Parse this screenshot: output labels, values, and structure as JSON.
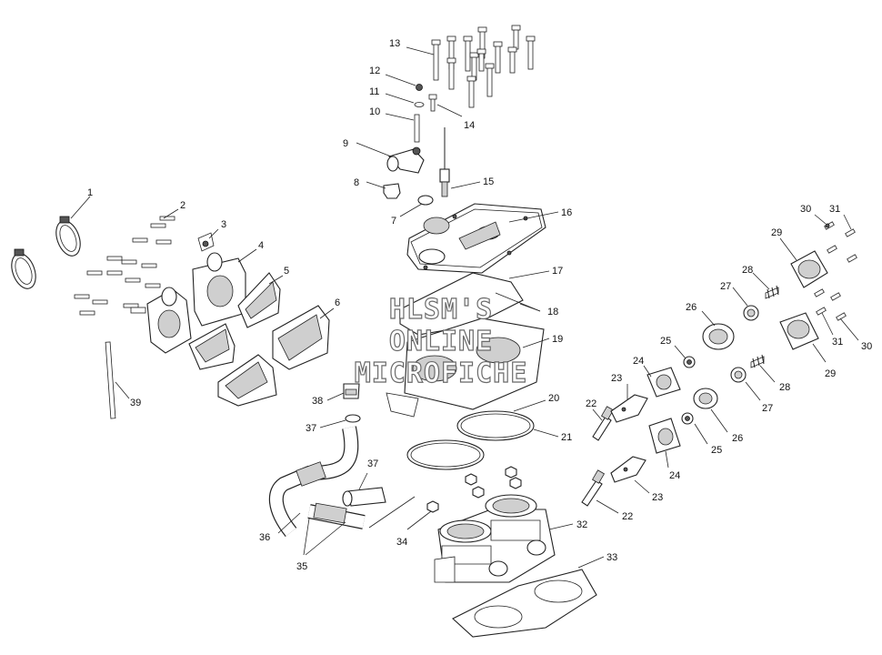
{
  "watermark": {
    "line1": "HLSM'S",
    "line2": "ONLINE",
    "line3": "MICROFICHE"
  },
  "callouts": [
    {
      "id": "c1",
      "label": "1"
    },
    {
      "id": "c2",
      "label": "2"
    },
    {
      "id": "c3",
      "label": "3"
    },
    {
      "id": "c4",
      "label": "4"
    },
    {
      "id": "c5",
      "label": "5"
    },
    {
      "id": "c6",
      "label": "6"
    },
    {
      "id": "c7",
      "label": "7"
    },
    {
      "id": "c8",
      "label": "8"
    },
    {
      "id": "c9",
      "label": "9"
    },
    {
      "id": "c10",
      "label": "10"
    },
    {
      "id": "c11",
      "label": "11"
    },
    {
      "id": "c12",
      "label": "12"
    },
    {
      "id": "c13",
      "label": "13"
    },
    {
      "id": "c14",
      "label": "14"
    },
    {
      "id": "c15",
      "label": "15"
    },
    {
      "id": "c16",
      "label": "16"
    },
    {
      "id": "c17",
      "label": "17"
    },
    {
      "id": "c18",
      "label": "18"
    },
    {
      "id": "c19",
      "label": "19"
    },
    {
      "id": "c20",
      "label": "20"
    },
    {
      "id": "c21",
      "label": "21"
    },
    {
      "id": "c22a",
      "label": "22"
    },
    {
      "id": "c22b",
      "label": "22"
    },
    {
      "id": "c23a",
      "label": "23"
    },
    {
      "id": "c23b",
      "label": "23"
    },
    {
      "id": "c24a",
      "label": "24"
    },
    {
      "id": "c24b",
      "label": "24"
    },
    {
      "id": "c25a",
      "label": "25"
    },
    {
      "id": "c25b",
      "label": "25"
    },
    {
      "id": "c26a",
      "label": "26"
    },
    {
      "id": "c26b",
      "label": "26"
    },
    {
      "id": "c27a",
      "label": "27"
    },
    {
      "id": "c27b",
      "label": "27"
    },
    {
      "id": "c28a",
      "label": "28"
    },
    {
      "id": "c28b",
      "label": "28"
    },
    {
      "id": "c29a",
      "label": "29"
    },
    {
      "id": "c29b",
      "label": "29"
    },
    {
      "id": "c30a",
      "label": "30"
    },
    {
      "id": "c30b",
      "label": "30"
    },
    {
      "id": "c31a",
      "label": "31"
    },
    {
      "id": "c31b",
      "label": "31"
    },
    {
      "id": "c32",
      "label": "32"
    },
    {
      "id": "c33",
      "label": "33"
    },
    {
      "id": "c34",
      "label": "34"
    },
    {
      "id": "c35",
      "label": "35"
    },
    {
      "id": "c36",
      "label": "36"
    },
    {
      "id": "c37a",
      "label": "37"
    },
    {
      "id": "c37b",
      "label": "37"
    },
    {
      "id": "c38",
      "label": "38"
    },
    {
      "id": "c39",
      "label": "39"
    }
  ]
}
